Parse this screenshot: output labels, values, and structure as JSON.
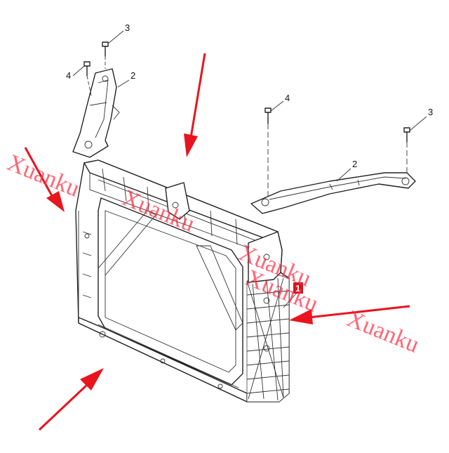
{
  "callouts": {
    "item1": "1",
    "item2_left": "2",
    "item2_right": "2",
    "item3_left": "3",
    "item3_right": "3",
    "item4_left": "4",
    "item4_right": "4"
  },
  "watermark": {
    "text_1": "Xuanku",
    "text_2": "Xuanku",
    "text_3": "Xuanku",
    "text_4": "Xuanku",
    "text_5": "Xuanku"
  },
  "colors": {
    "arrow": "#e8141e",
    "watermark": "#ff2c44",
    "line": "#222222",
    "callout_box": "#d4141e"
  }
}
